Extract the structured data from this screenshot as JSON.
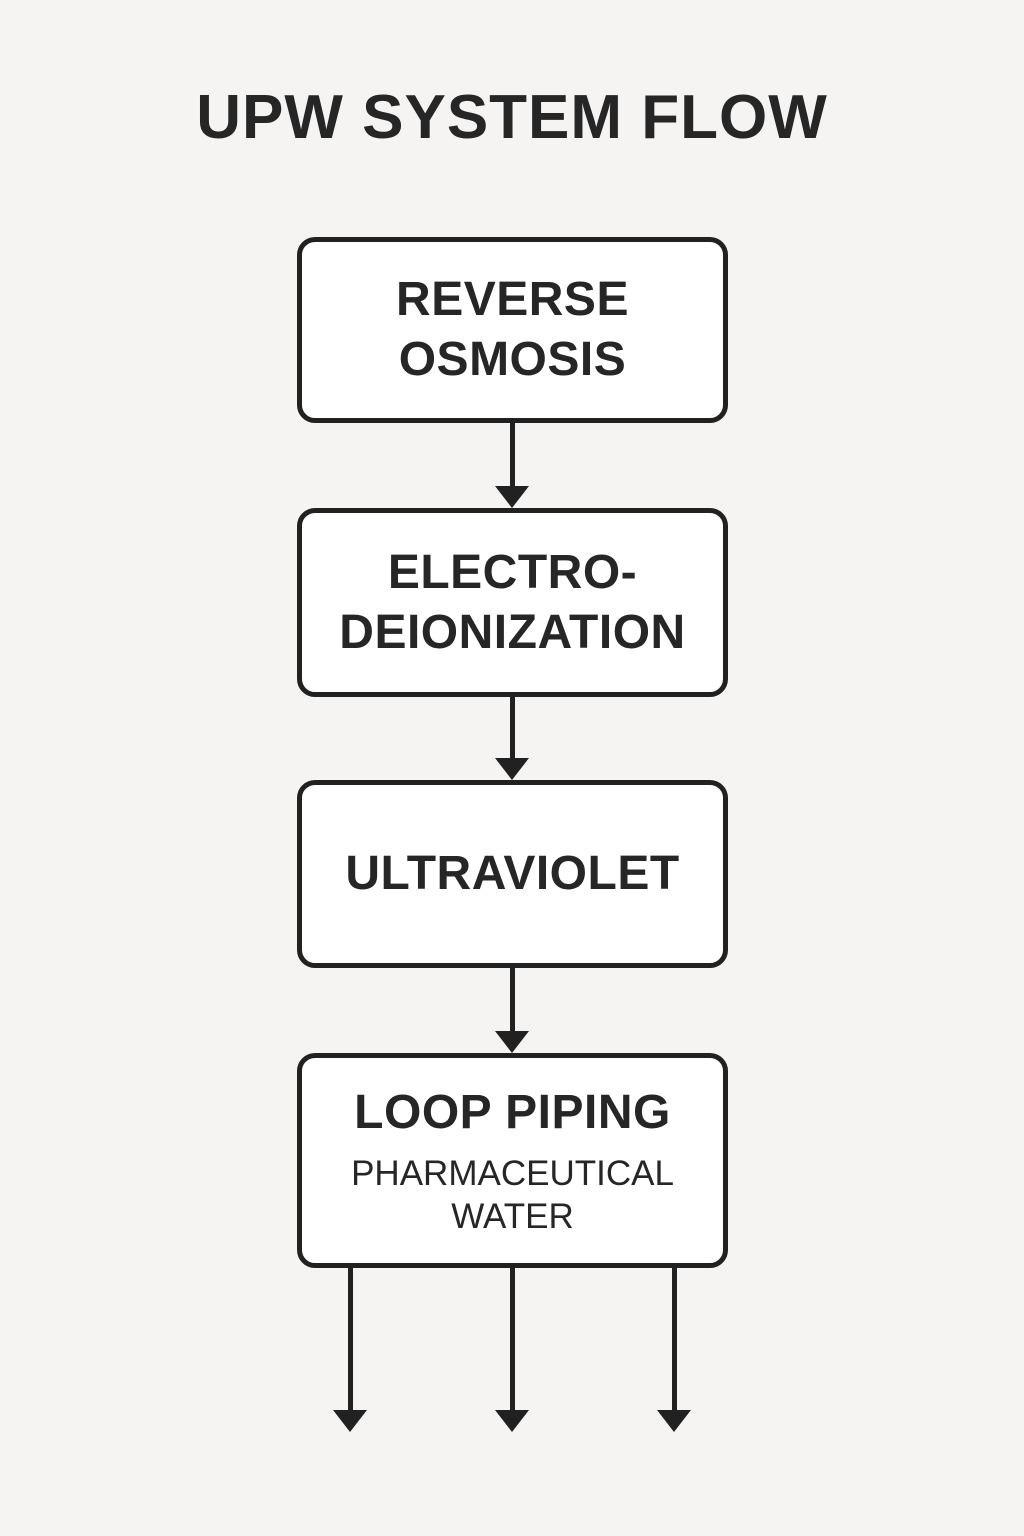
{
  "title": "UPW SYSTEM FLOW",
  "diagram": {
    "type": "flowchart",
    "direction": "top-down",
    "nodes": [
      {
        "id": "reverse-osmosis",
        "line1": "ELECTRO-",
        "line2": "DEIONIZATION"
      },
      {
        "id": "ultraviolet",
        "line1": "ULTRAVIOLET"
      },
      {
        "id": "loop-piping",
        "line1": "LOOP PIPING",
        "sub1": "PHARMACEUTICAL",
        "sub2": "WATER"
      }
    ],
    "edges": [
      {
        "from": "reverse-osmosis",
        "to": "electro-deionization"
      },
      {
        "from": "electro-deionization",
        "to": "ultraviolet"
      },
      {
        "from": "ultraviolet",
        "to": "loop-piping"
      }
    ],
    "outlet_arrow_count": 3
  },
  "colors": {
    "background": "#f5f4f2",
    "node_fill": "#ffffff",
    "stroke": "#212121",
    "text": "#262626"
  }
}
